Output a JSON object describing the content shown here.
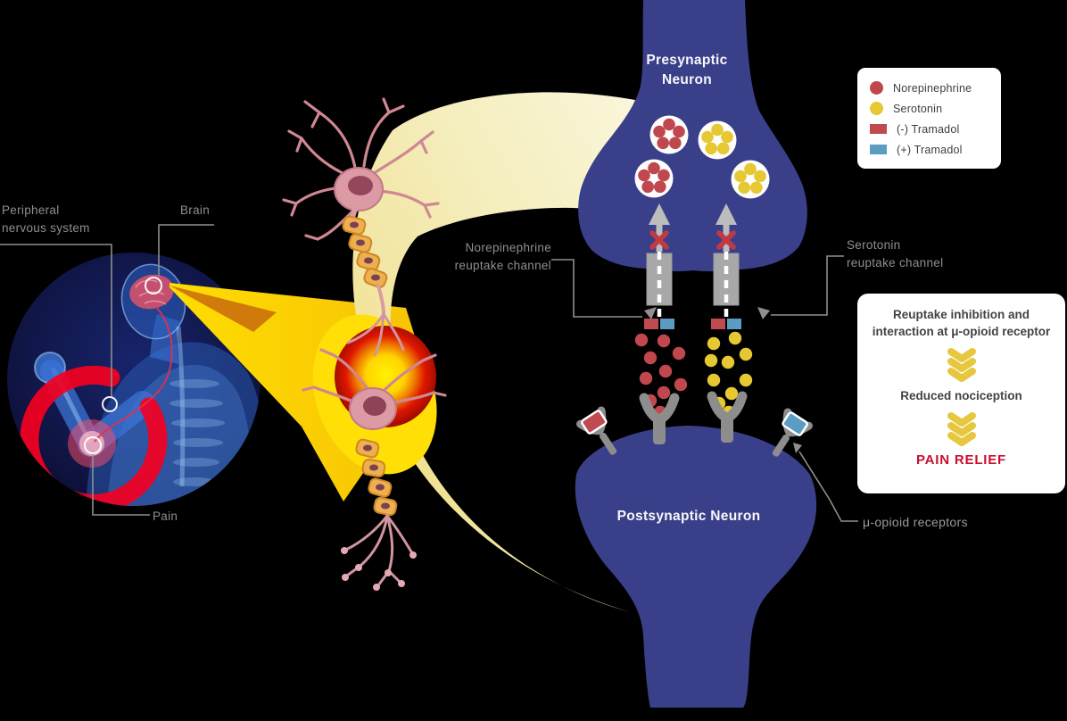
{
  "figure": {
    "description_labels": {
      "peripheral_line1": "Peripheral",
      "peripheral_line2": "nervous system",
      "brain": "Brain",
      "pain": "Pain",
      "ne_channel_line1": "Norepinephrine",
      "ne_channel_line2": "reuptake channel",
      "ser_channel_line1": "Serotonin",
      "ser_channel_line2": "reuptake channel",
      "mu_receptors": "μ-opioid receptors"
    },
    "presynaptic": {
      "title_line1": "Presynaptic",
      "title_line2": "Neuron"
    },
    "postsynaptic": {
      "title": "Postsynaptic Neuron"
    }
  },
  "legend": {
    "items": [
      {
        "label": "Norepinephrine",
        "swatch": "circle",
        "color": "#c0474d"
      },
      {
        "label": "Serotonin",
        "swatch": "circle",
        "color": "#e5c832"
      },
      {
        "label": "(-) Tramadol",
        "swatch": "square",
        "color": "#bf4a50"
      },
      {
        "label": "(+) Tramadol",
        "swatch": "square",
        "color": "#5b9cc3"
      }
    ]
  },
  "pathway_box": {
    "step1_line1": "Reuptake inhibition and",
    "step1_line2": "interaction at μ-opioid receptor",
    "step2": "Reduced nociception",
    "step3": "PAIN RELIEF"
  },
  "colors": {
    "background": "#000000",
    "neuron_navy": "#3a3f8a",
    "cream_swoosh": "#f3ecb2",
    "beam_yellow": "#ffdd00",
    "norepinephrine_red": "#c0474d",
    "serotonin_yellow": "#e5c832",
    "tramadol_neg_red": "#bf4a50",
    "tramadol_pos_blue": "#5b9cc3",
    "receptor_gray": "#8d8d8d",
    "channel_gray": "#a8a8a8",
    "block_x_red": "#c23a41",
    "pain_relief_red": "#c8102e",
    "chevron_yellow": "#e6c73e",
    "label_gray": "#8f8f8f",
    "pain_ring_red": "#f40021"
  }
}
